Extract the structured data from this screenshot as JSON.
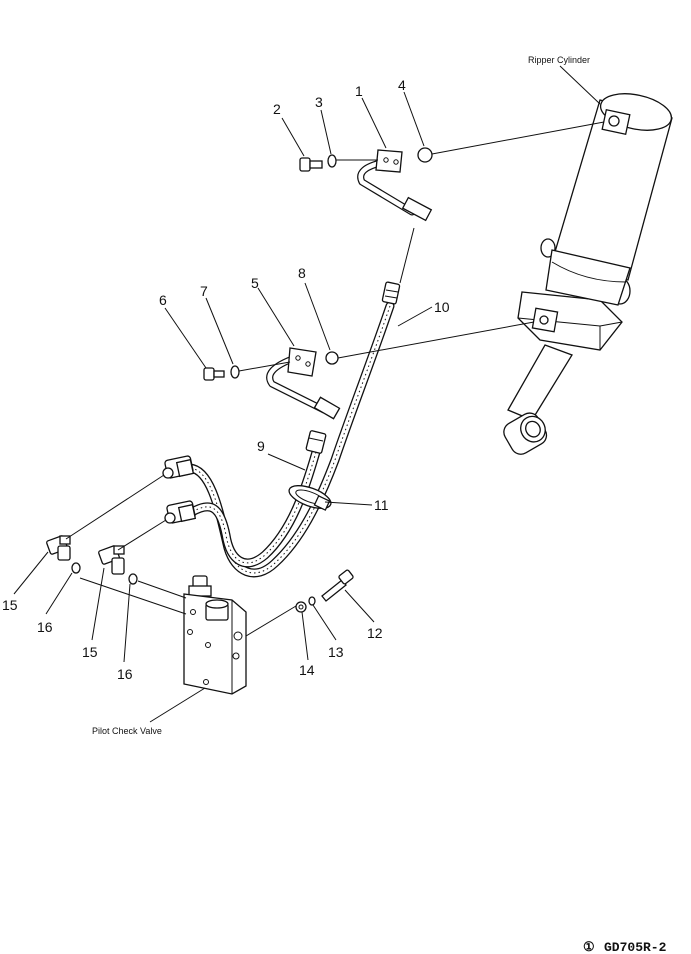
{
  "labels": {
    "ripper_cylinder": "Ripper Cylinder",
    "pilot_check_valve": "Pilot Check Valve",
    "drawing_ref": "GD705R-2",
    "ref_symbol": "①"
  },
  "callouts": [
    "1",
    "2",
    "3",
    "4",
    "5",
    "6",
    "7",
    "8",
    "9",
    "10",
    "11",
    "12",
    "13",
    "14",
    "15",
    "16",
    "15",
    "16"
  ]
}
